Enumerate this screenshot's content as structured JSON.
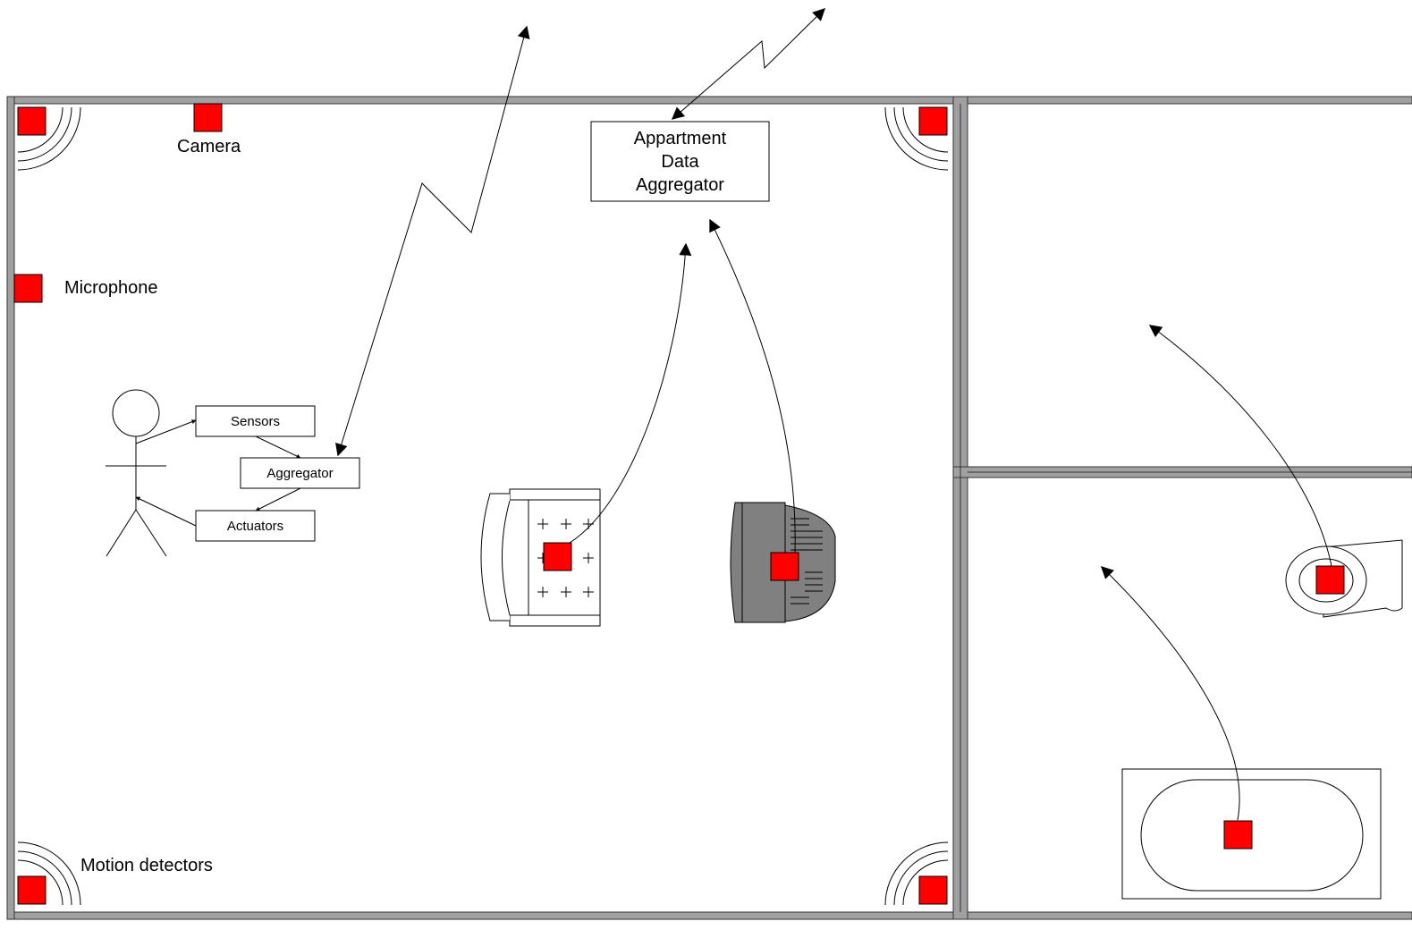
{
  "labels": {
    "camera": "Camera",
    "microphone": "Microphone",
    "motion_detectors": "Motion detectors"
  },
  "aggregator": {
    "line1": "Appartment",
    "line2": "Data",
    "line3": "Aggregator"
  },
  "person_loop": {
    "sensors": "Sensors",
    "aggregator": "Aggregator",
    "actuators": "Actuators"
  },
  "colors": {
    "sensor": "#ff0000",
    "wall": "#a0a0a0",
    "device_dark": "#808080"
  }
}
